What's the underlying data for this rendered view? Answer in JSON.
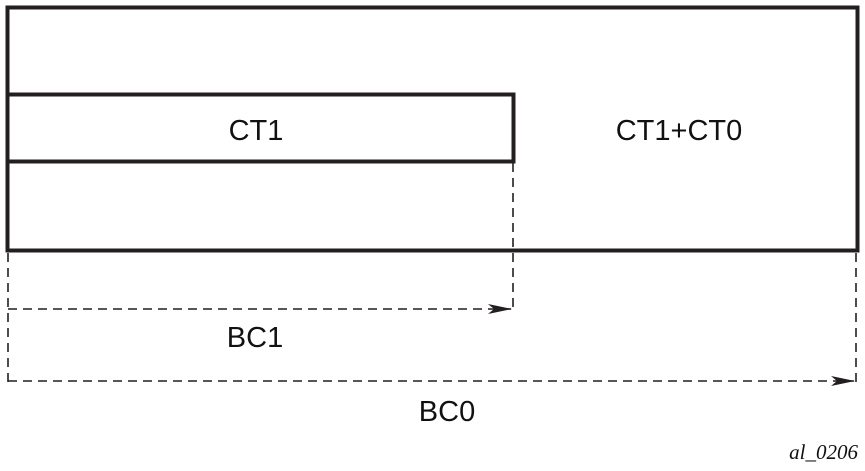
{
  "diagram": {
    "outer_box": {
      "label": "CT1+CT0"
    },
    "inner_box": {
      "label": "CT1"
    },
    "bandwidth_1": {
      "label": "BC1"
    },
    "bandwidth_0": {
      "label": "BC0"
    },
    "figure_id": "al_0206"
  },
  "colors": {
    "line": "#231f20",
    "background": "#ffffff"
  }
}
